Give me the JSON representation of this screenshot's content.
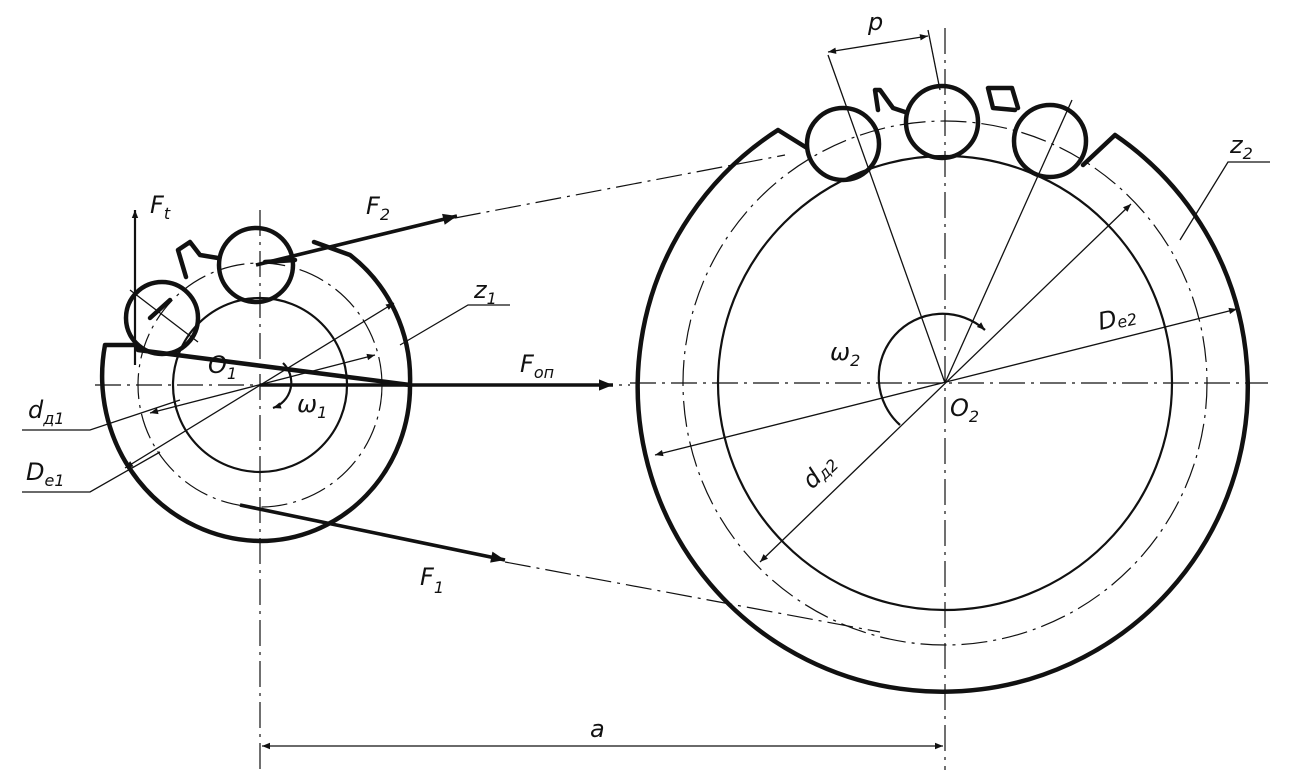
{
  "labels": {
    "Ft": {
      "main": "F",
      "sub": "t"
    },
    "F2": {
      "main": "F",
      "sub": "2"
    },
    "F1": {
      "main": "F",
      "sub": "1"
    },
    "Fop": {
      "main": "F",
      "sub": "оп"
    },
    "z1": {
      "main": "z",
      "sub": "1"
    },
    "z2": {
      "main": "z",
      "sub": "2"
    },
    "O1": {
      "main": "O",
      "sub": "1"
    },
    "O2": {
      "main": "O",
      "sub": "2"
    },
    "w1": {
      "main": "ω",
      "sub": "1"
    },
    "w2": {
      "main": "ω",
      "sub": "2"
    },
    "dd1": {
      "main": "d",
      "sub": "д1"
    },
    "De1": {
      "main": "D",
      "sub": "e1"
    },
    "De2": {
      "main": "D",
      "sub": "e2"
    },
    "dd2": {
      "main": "d",
      "sub": "д2"
    },
    "p": "p",
    "a": "a"
  },
  "colors": {
    "ink": "#111111",
    "paper": "#ffffff"
  }
}
